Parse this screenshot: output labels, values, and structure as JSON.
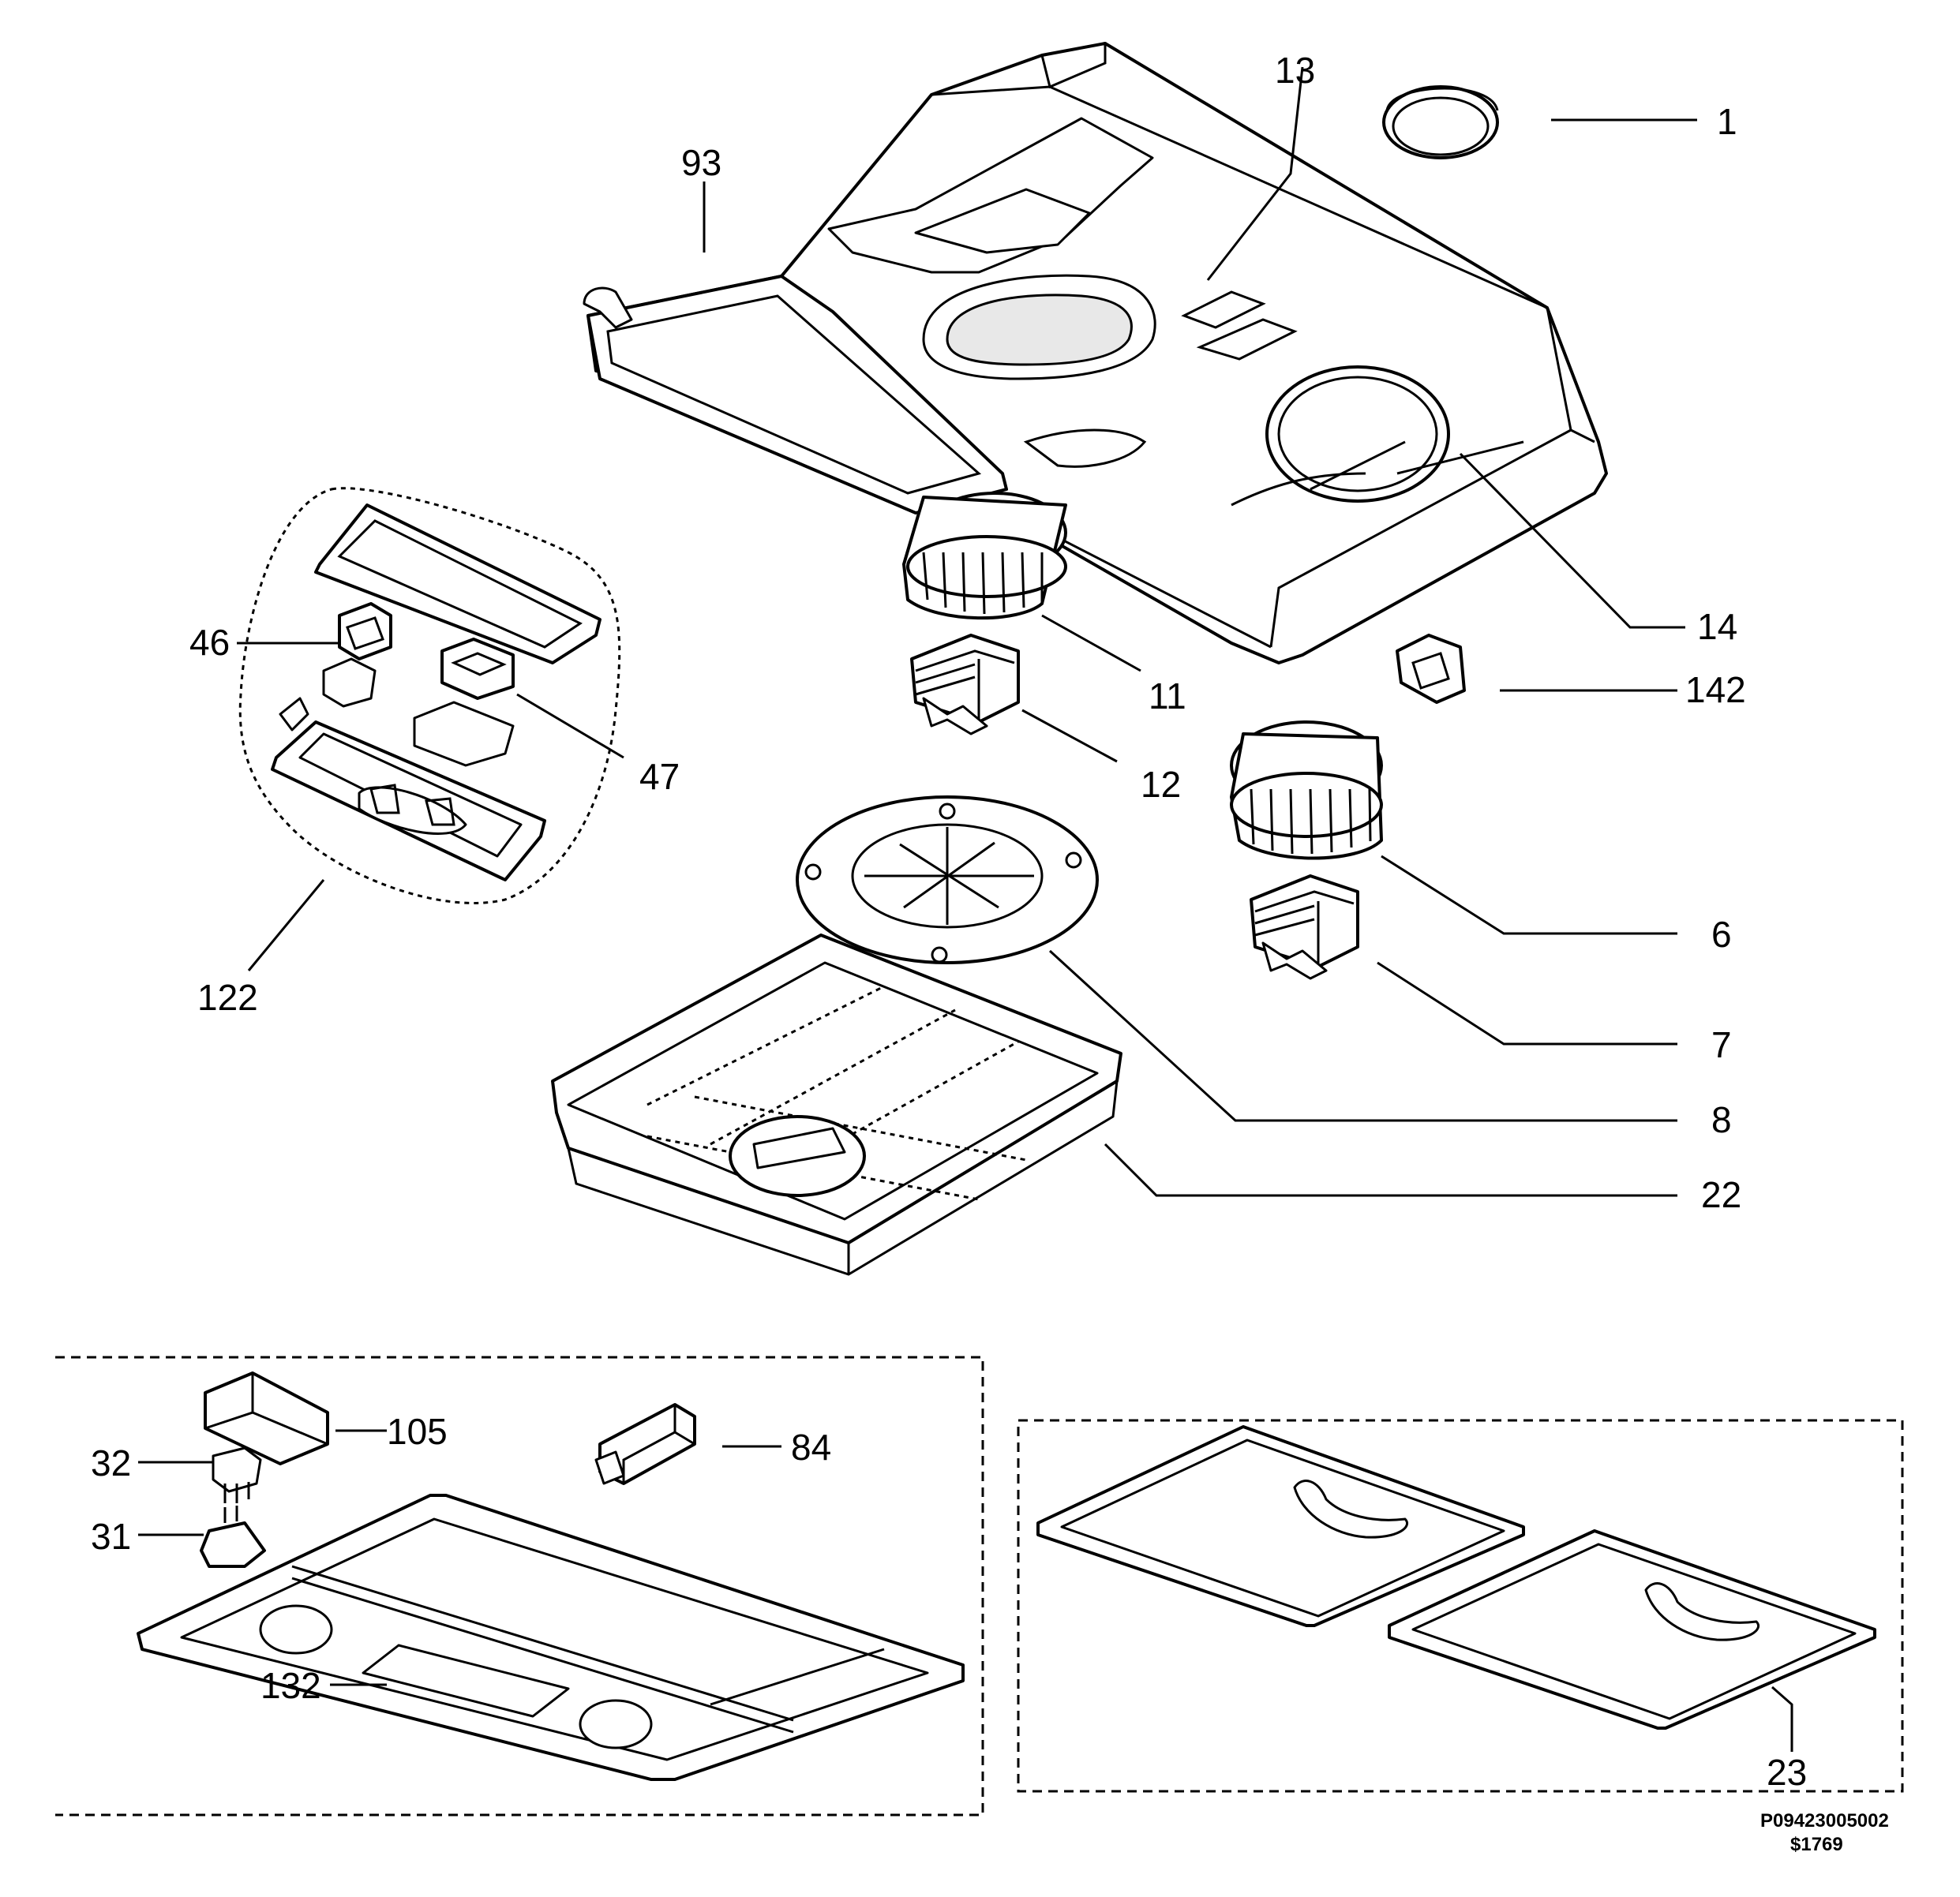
{
  "callouts": {
    "c1": "1",
    "c13": "13",
    "c93": "93",
    "c14": "14",
    "c46": "46",
    "c11": "11",
    "c142": "142",
    "c12": "12",
    "c47": "47",
    "c6": "6",
    "c7": "7",
    "c8": "8",
    "c122": "122",
    "c22": "22",
    "c105": "105",
    "c84": "84",
    "c32": "32",
    "c31": "31",
    "c132": "132",
    "c23": "23"
  },
  "footer": {
    "drawing_number": "P09423005002",
    "code": "$1769"
  }
}
